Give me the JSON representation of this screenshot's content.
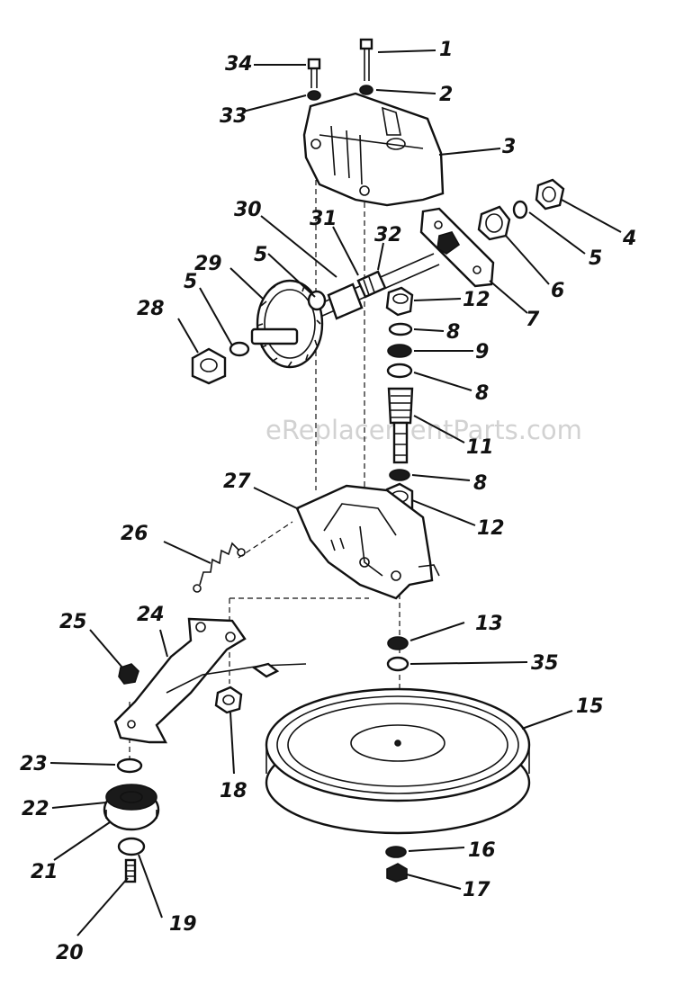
{
  "watermark": "eReplacementParts.com",
  "colors": {
    "ink": "#111111",
    "watermark": "#d2d2d2",
    "background": "#ffffff"
  },
  "callouts": [
    {
      "id": "c1",
      "label": "1"
    },
    {
      "id": "c2",
      "label": "2"
    },
    {
      "id": "c3",
      "label": "3"
    },
    {
      "id": "c4",
      "label": "4"
    },
    {
      "id": "c5a",
      "label": "5"
    },
    {
      "id": "c5b",
      "label": "5"
    },
    {
      "id": "c5c",
      "label": "5"
    },
    {
      "id": "c6",
      "label": "6"
    },
    {
      "id": "c7",
      "label": "7"
    },
    {
      "id": "c8a",
      "label": "8"
    },
    {
      "id": "c8b",
      "label": "8"
    },
    {
      "id": "c8c",
      "label": "8"
    },
    {
      "id": "c9",
      "label": "9"
    },
    {
      "id": "c11",
      "label": "11"
    },
    {
      "id": "c12a",
      "label": "12"
    },
    {
      "id": "c12b",
      "label": "12"
    },
    {
      "id": "c13",
      "label": "13"
    },
    {
      "id": "c15",
      "label": "15"
    },
    {
      "id": "c16",
      "label": "16"
    },
    {
      "id": "c17",
      "label": "17"
    },
    {
      "id": "c18",
      "label": "18"
    },
    {
      "id": "c19",
      "label": "19"
    },
    {
      "id": "c20",
      "label": "20"
    },
    {
      "id": "c21",
      "label": "21"
    },
    {
      "id": "c22",
      "label": "22"
    },
    {
      "id": "c23",
      "label": "23"
    },
    {
      "id": "c24",
      "label": "24"
    },
    {
      "id": "c25",
      "label": "25"
    },
    {
      "id": "c26",
      "label": "26"
    },
    {
      "id": "c27",
      "label": "27"
    },
    {
      "id": "c28",
      "label": "28"
    },
    {
      "id": "c29",
      "label": "29"
    },
    {
      "id": "c30",
      "label": "30"
    },
    {
      "id": "c31",
      "label": "31"
    },
    {
      "id": "c32",
      "label": "32"
    },
    {
      "id": "c33",
      "label": "33"
    },
    {
      "id": "c34",
      "label": "34"
    },
    {
      "id": "c35",
      "label": "35"
    }
  ]
}
